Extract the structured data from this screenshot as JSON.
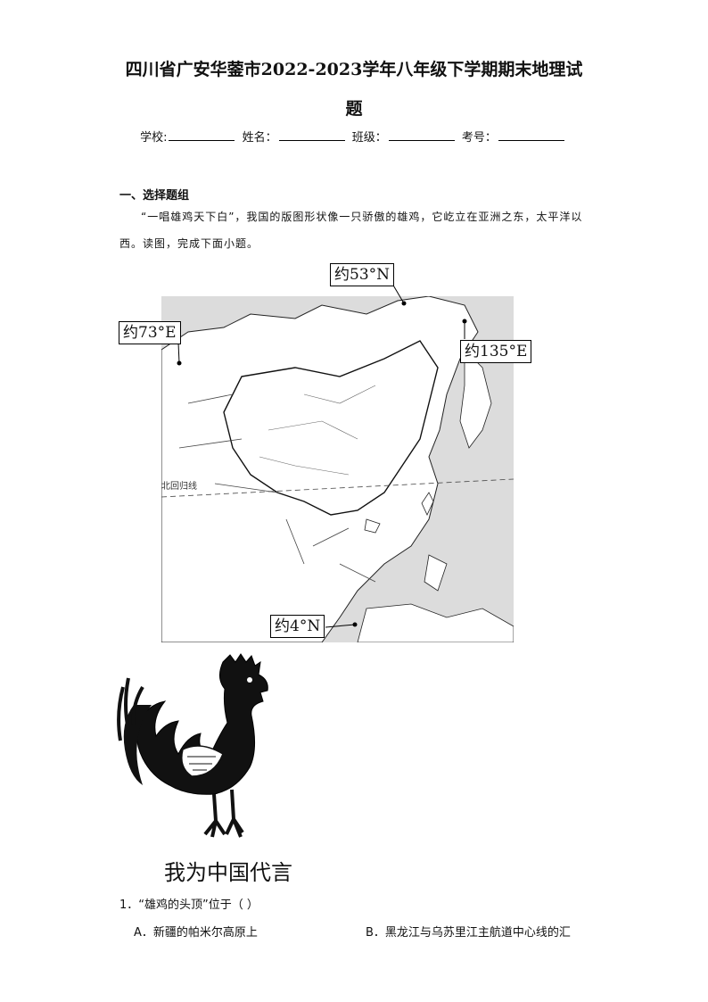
{
  "header": {
    "title_line1": "四川省广安华蓥市2022-2023学年八年级下学期期末地理试",
    "title_line2": "题"
  },
  "info_fields": [
    "学校:",
    "姓名：",
    "班级：",
    "考号："
  ],
  "section": {
    "title": "一、选择题组"
  },
  "passage": {
    "text": "“一唱雄鸡天下白”，我国的版图形状像一只骄傲的雄鸡，它屹立在亚洲之东，太平洋以西。读图，完成下面小题。"
  },
  "map": {
    "labels": {
      "north": "约53°N",
      "west": "约73°E",
      "east": "约135°E",
      "south": "约4°N",
      "tropic": "北回归线"
    }
  },
  "image_caption": "我为中国代言",
  "question1": {
    "stem": "1．“雄鸡的头顶”位于（    ）",
    "option_a": "A．新疆的帕米尔高原上",
    "option_b": "B．黑龙江与乌苏里江主航道中心线的汇"
  }
}
